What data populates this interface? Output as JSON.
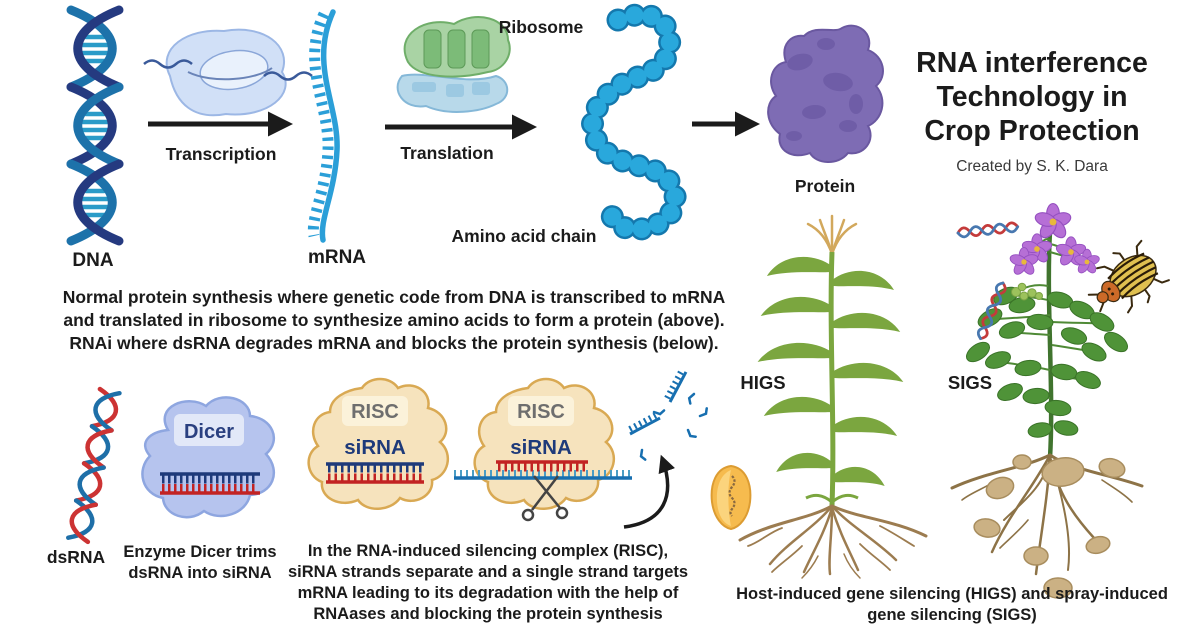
{
  "title": {
    "lines": [
      "RNA interference",
      "Technology in",
      "Crop Protection"
    ],
    "credit": "Created by S. K. Dara"
  },
  "top_pathway": {
    "dna_label": "DNA",
    "transcription_label": "Transcription",
    "mrna_label": "mRNA",
    "translation_label": "Translation",
    "ribosome_label": "Ribosome",
    "amino_acid_chain_label": "Amino acid chain",
    "protein_label": "Protein"
  },
  "description": {
    "lines": [
      "Normal protein synthesis where genetic code from DNA is transcribed to mRNA",
      "and translated in ribosome to synthesize amino acids to form a protein (above).",
      "RNAi where dsRNA degrades mRNA and blocks the protein synthesis (below)."
    ]
  },
  "rnai_pathway": {
    "dsrna_label": "dsRNA",
    "dicer_enzyme_label": "Dicer",
    "dicer_caption_lines": [
      "Enzyme Dicer trims",
      "dsRNA into siRNA"
    ],
    "risc1": {
      "complex_label": "RISC",
      "sirna_label": "siRNA"
    },
    "risc2": {
      "complex_label": "RISC",
      "sirna_label": "siRNA"
    },
    "risc_caption_lines": [
      "In the RNA-induced silencing complex (RISC),",
      "siRNA strands separate and a single strand targets",
      "mRNA leading to its degradation with the help of",
      "RNAases and blocking the protein synthesis"
    ]
  },
  "applications": {
    "higs_label": "HIGS",
    "sigs_label": "SIGS",
    "caption_lines": [
      "Host-induced gene silencing (HIGS) and spray-induced",
      "gene silencing (SIGS)"
    ]
  },
  "colors": {
    "background": "#ffffff",
    "text": "#1b1b1b",
    "dna_dark_strand": "#253a80",
    "dna_light_strand": "#1d72aa",
    "dna_rung_teal": "#2a9bc8",
    "mrna_blue": "#2b9fd8",
    "polymerase_blue": "#cfdff7",
    "ribosome_green": "#a9d3a4",
    "ribosome_blue": "#b8d9ea",
    "amino_acid_blue": "#29a8dc",
    "protein_purple": "#7e6cb4",
    "dsrna_red": "#cc3333",
    "dicer_blue": "#b6c4ee",
    "risc_tan": "#f6e3bd",
    "risc_outline": "#d9a953",
    "corn_green": "#7ba63f",
    "potato_green": "#4f9338",
    "flower_purple": "#b66fd6",
    "root_brown": "#9c7c50",
    "kernel_orange": "#f6bb4e",
    "beetle_yellow": "#e0c050",
    "beetle_orange": "#cc6a28",
    "arrow_black": "#1b1b1b"
  }
}
